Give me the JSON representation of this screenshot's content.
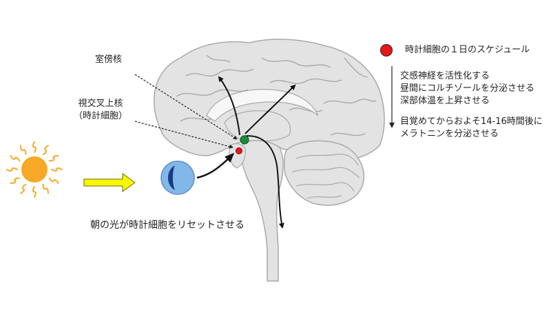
{
  "labels": {
    "paraventricular": "室傍核",
    "scn_line1": "視交叉上核",
    "scn_line2": "（時計細胞）",
    "caption": "朝の光が時計細胞をリセットさせる"
  },
  "legend": {
    "dot_color": "#e8171c",
    "title": "時計細胞の１日のスケジュール",
    "phase1": [
      "交感神経を活性化する",
      "昼間にコルチゾールを分泌させる",
      "深部体温を上昇させる"
    ],
    "phase2": [
      "目覚めてからおよそ14-16時間後に",
      "メラトニンを分泌させる"
    ]
  },
  "colors": {
    "brain": "#e3e3e3",
    "brain_outline": "#a9a9a9",
    "sun": "#f6a826",
    "sun_rays": "#f6a826",
    "light_arrow": "#f7f700",
    "eye": "#82b7ea",
    "eye_dark": "#1d3b84",
    "pvn_dot": "#1b8c3a",
    "scn_dot": "#e8171c"
  }
}
